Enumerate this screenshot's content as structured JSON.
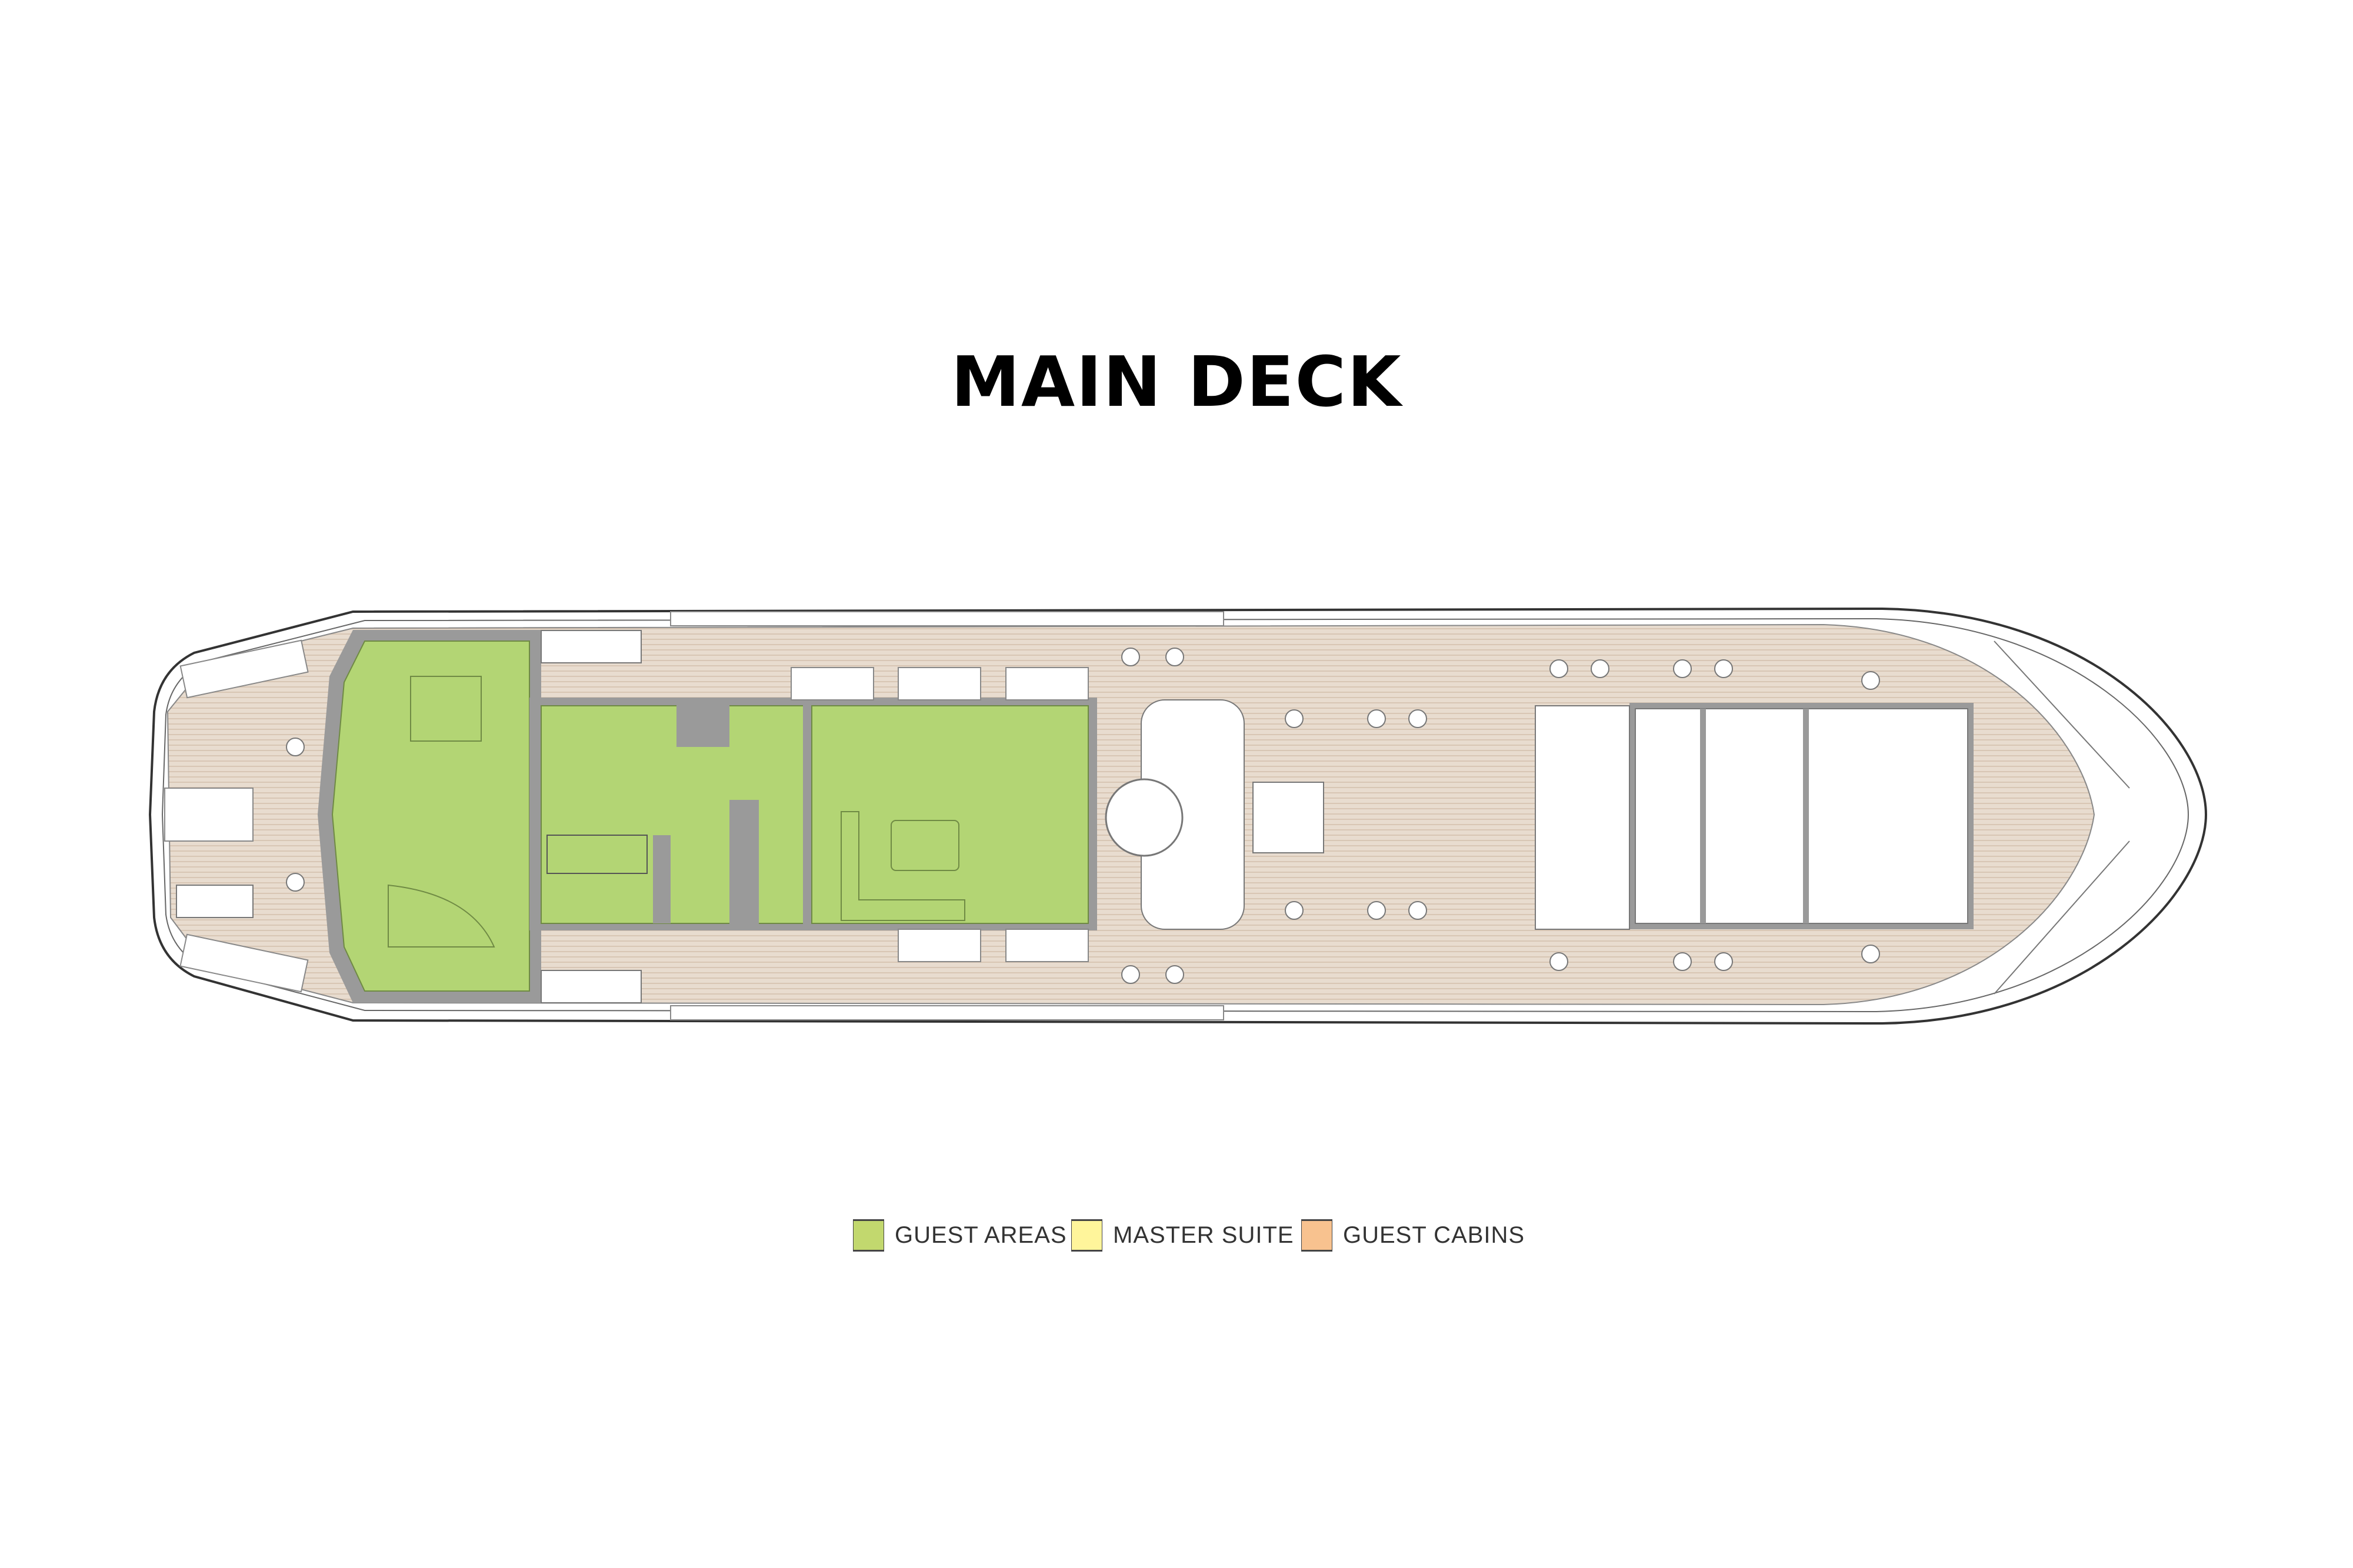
{
  "title": "MAIN DECK",
  "legend": [
    {
      "label": "GUEST AREAS",
      "color": "#c2d86e"
    },
    {
      "label": "MASTER SUITE",
      "color": "#fff59b"
    },
    {
      "label": "GUEST CABINS",
      "color": "#f8c28f"
    }
  ],
  "colors": {
    "guest_area_fill": "#b3d574",
    "deck": "#e8dccf",
    "deck_stripe": "#d8c6b4",
    "wall": "#9a9a9a",
    "hull_line": "#333333"
  }
}
